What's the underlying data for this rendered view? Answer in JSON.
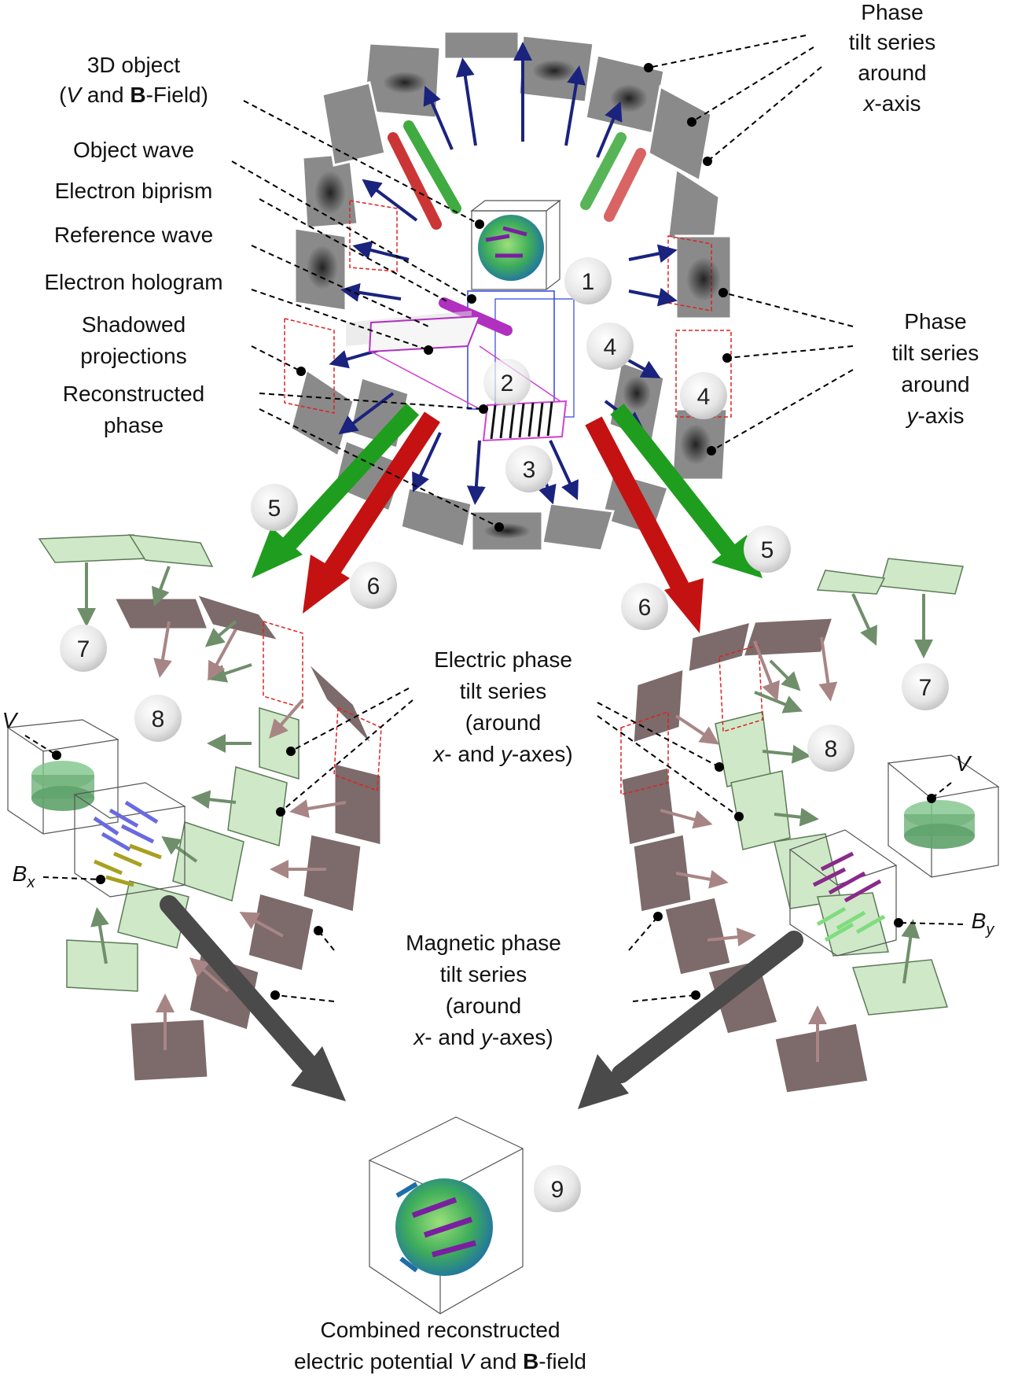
{
  "labels": {
    "object3d_line1": "3D object",
    "object3d_line2_V": "V",
    "object3d_line2_and": " and ",
    "object3d_line2_B": "B",
    "object3d_line2_rest": "-Field)",
    "object_wave": "Object wave",
    "electron_biprism": "Electron biprism",
    "reference_wave": "Reference wave",
    "electron_hologram": "Electron hologram",
    "shadowed_line1": "Shadowed",
    "shadowed_line2": "projections",
    "reconstructed_line1": "Reconstructed",
    "reconstructed_line2": "phase",
    "phase_x_line1": "Phase",
    "phase_x_line2": "tilt series",
    "phase_x_line3": "around",
    "phase_x_line4_axis": "x",
    "phase_x_line4_rest": "-axis",
    "phase_y_line1": "Phase",
    "phase_y_line2": "tilt series",
    "phase_y_line3": "around",
    "phase_y_line4_axis": "y",
    "phase_y_line4_rest": "-axis",
    "electric_line1": "Electric phase",
    "electric_line2": "tilt series",
    "electric_line3": "(around",
    "electric_line4_x": "x",
    "electric_line4_mid": "- and ",
    "electric_line4_y": "y",
    "electric_line4_rest": "-axes)",
    "magnetic_line1": "Magnetic phase",
    "magnetic_line2": "tilt series",
    "magnetic_line3": "(around",
    "magnetic_line4_x": "x",
    "magnetic_line4_mid": "- and ",
    "magnetic_line4_y": "y",
    "magnetic_line4_rest": "-axes)",
    "V_left": "V",
    "V_right": "V",
    "Bx_B": "B",
    "Bx_sub": "x",
    "By_B": "B",
    "By_sub": "y",
    "combined_line1": "Combined reconstructed",
    "combined_line2_a": "electric potential ",
    "combined_line2_V": "V",
    "combined_line2_and": " and ",
    "combined_line2_B": "B",
    "combined_line2_rest": "-field"
  },
  "step_numbers": {
    "n1": "1",
    "n2": "2",
    "n3": "3",
    "n4a": "4",
    "n4b": "4",
    "n5a": "5",
    "n5b": "5",
    "n6a": "6",
    "n6b": "6",
    "n7a": "7",
    "n7b": "7",
    "n8a": "8",
    "n8b": "8",
    "n9": "9"
  },
  "colors": {
    "arrow_blue": "#1a237e",
    "arrow_green": "#1f9d1f",
    "arrow_red": "#c41212",
    "arrow_gray": "#4a4a4a",
    "electric_arrow": "#6f8f6a",
    "magnetic_arrow": "#a88585",
    "biprism": "#b030c0",
    "beam_outline": "#3344dd"
  }
}
